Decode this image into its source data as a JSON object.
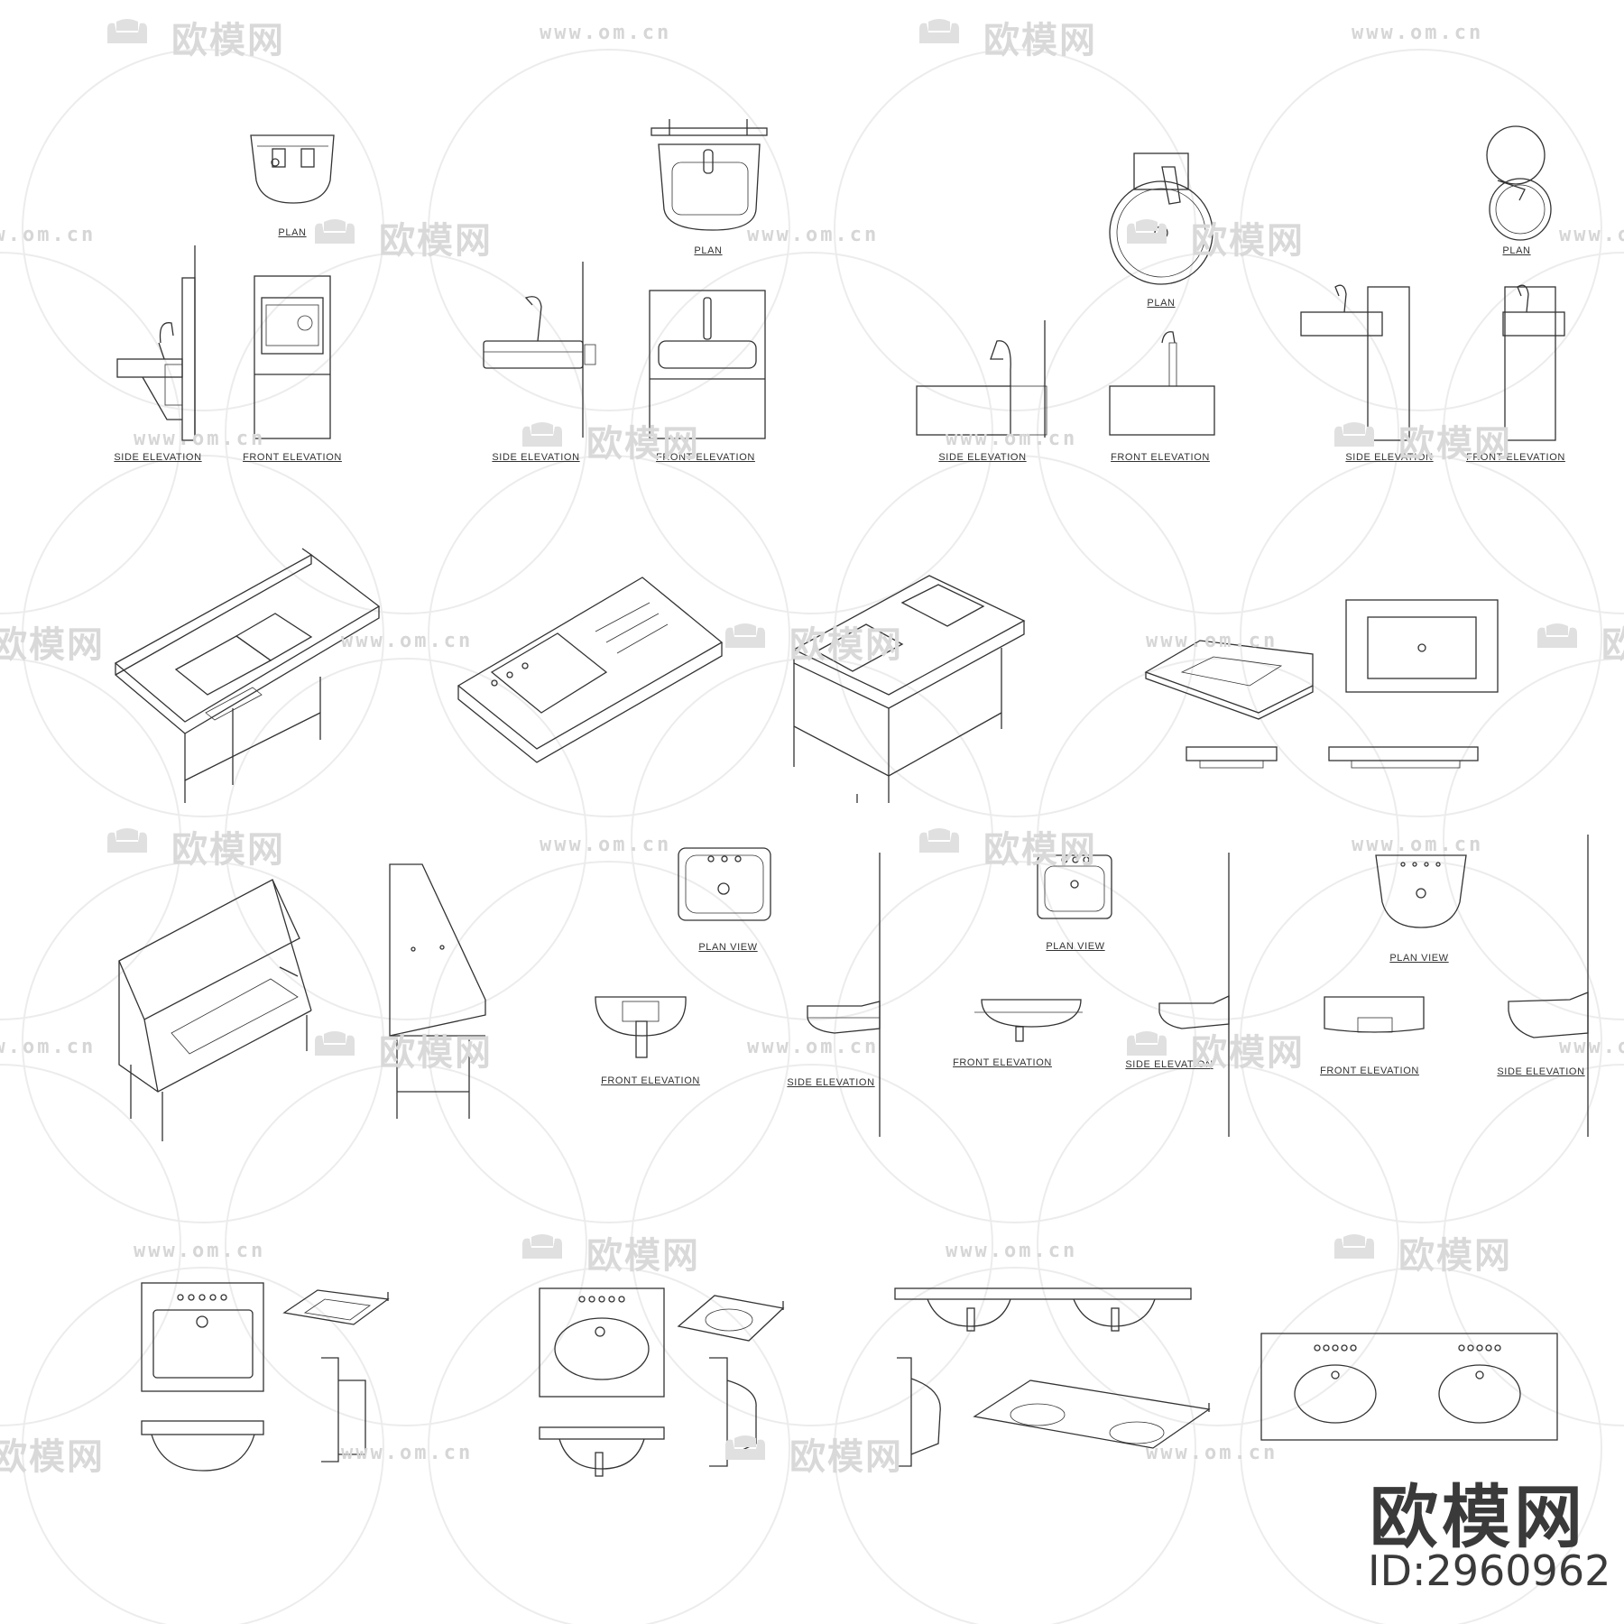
{
  "watermark": {
    "brand_cn": "欧模网",
    "url": "www.om.cn"
  },
  "labels": {
    "plan": "PLAN",
    "plan_view": "PLAN VIEW",
    "side_elevation": "SIDE ELEVATION",
    "front_elevation": "FRONT ELEVATION"
  },
  "brand": {
    "name": "欧模网",
    "id": "ID:2960962"
  },
  "colors": {
    "line": "#333333",
    "watermark": "#d9d9d9",
    "background": "#ffffff"
  }
}
